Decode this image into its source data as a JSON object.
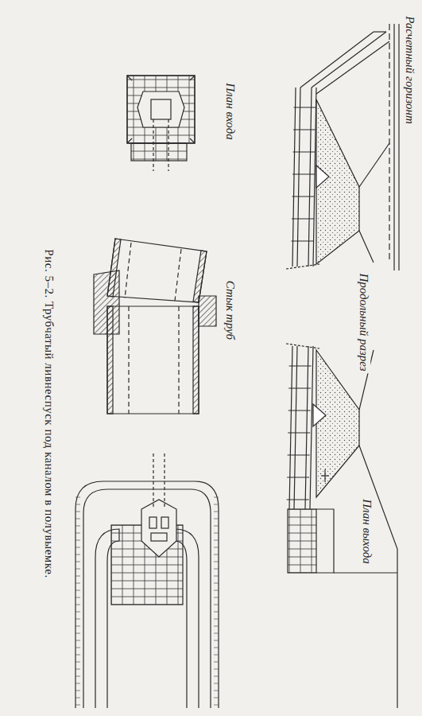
{
  "diagram": {
    "caption": "Рис. 5–2. Трубчатый ливнеспуск под каналом в полувыемке.",
    "labels": [
      "Расчетный горизонт",
      "Продольный разрез",
      "План выхода",
      "Стык труб",
      "План входа"
    ]
  }
}
